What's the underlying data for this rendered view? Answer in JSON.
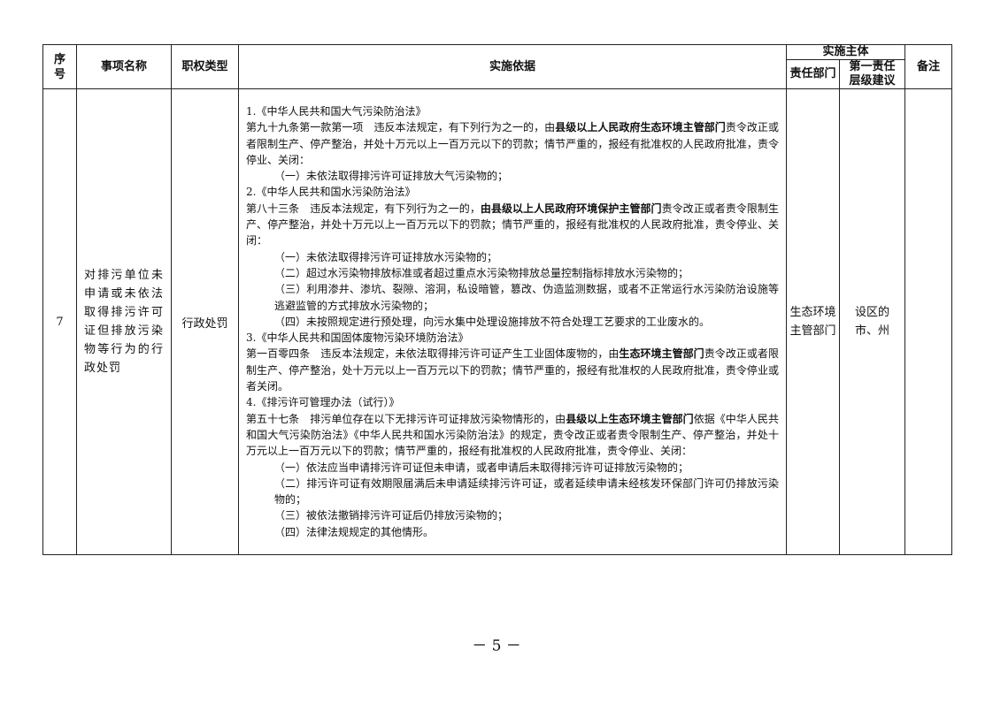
{
  "headers": {
    "seq": "序\n号",
    "item_name": "事项名称",
    "power_type": "职权类型",
    "basis": "实施依据",
    "subject": "实施主体",
    "dept": "责任部门",
    "level": "第一责任\n层级建议",
    "remark": "备注"
  },
  "row": {
    "seq": "7",
    "item_name": "对排污单位未申请或未依法取得排污许可证但排放污染物等行为的行政处罚",
    "power_type": "行政处罚",
    "dept": "生态环境\n主管部门",
    "level": "设区的\n市、州",
    "remark": "",
    "basis": [
      {
        "pre": "1.《中华人民共和国大气污染防治法》",
        "bold": "",
        "post": "",
        "indent": false
      },
      {
        "pre": "第九十九条第一款第一项　违反本法规定，有下列行为之一的，由",
        "bold": "县级以上人民政府生态环境主管部门",
        "post": "责令改正或者限制生产、停产整治，并处十万元以上一百万元以下的罚款；情节严重的，报经有批准权的人民政府批准，责令停业、关闭：",
        "indent": false
      },
      {
        "pre": "（一）未依法取得排污许可证排放大气污染物的；",
        "bold": "",
        "post": "",
        "indent": true
      },
      {
        "pre": "2.《中华人民共和国水污染防治法》",
        "bold": "",
        "post": "",
        "indent": false
      },
      {
        "pre": "第八十三条　违反本法规定，有下列行为之一的，",
        "bold": "由县级以上人民政府环境保护主管部门",
        "post": "责令改正或者责令限制生产、停产整治，并处十万元以上一百万元以下的罚款；情节严重的，报经有批准权的人民政府批准，责令停业、关闭：",
        "indent": false
      },
      {
        "pre": "（一）未依法取得排污许可证排放水污染物的；",
        "bold": "",
        "post": "",
        "indent": true
      },
      {
        "pre": "（二）超过水污染物排放标准或者超过重点水污染物排放总量控制指标排放水污染物的；",
        "bold": "",
        "post": "",
        "indent": true
      },
      {
        "pre": "（三）利用渗井、渗坑、裂隙、溶洞，私设暗管，篡改、伪造监测数据，或者不正常运行水污染防治设施等逃避监管的方式排放水污染物的；",
        "bold": "",
        "post": "",
        "indent": true
      },
      {
        "pre": "（四）未按照规定进行预处理，向污水集中处理设施排放不符合处理工艺要求的工业废水的。",
        "bold": "",
        "post": "",
        "indent": true
      },
      {
        "pre": "3.《中华人民共和国固体废物污染环境防治法》",
        "bold": "",
        "post": "",
        "indent": false
      },
      {
        "pre": "第一百零四条　违反本法规定，未依法取得排污许可证产生工业固体废物的，由",
        "bold": "生态环境主管部门",
        "post": "责令改正或者限制生产、停产整治，处十万元以上一百万元以下的罚款；情节严重的，报经有批准权的人民政府批准，责令停业或者关闭。",
        "indent": false
      },
      {
        "pre": "4.《排污许可管理办法（试行）》",
        "bold": "",
        "post": "",
        "indent": false
      },
      {
        "pre": "第五十七条　排污单位存在以下无排污许可证排放污染物情形的，由",
        "bold": "县级以上生态环境主管部门",
        "post": "依据《中华人民共和国大气污染防治法》《中华人民共和国水污染防治法》的规定，责令改正或者责令限制生产、停产整治，并处十万元以上一百万元以下的罚款；情节严重的，报经有批准权的人民政府批准，责令停业、关闭：",
        "indent": false
      },
      {
        "pre": "（一）依法应当申请排污许可证但未申请，或者申请后未取得排污许可证排放污染物的；",
        "bold": "",
        "post": "",
        "indent": true
      },
      {
        "pre": "（二）排污许可证有效期限届满后未申请延续排污许可证，或者延续申请未经核发环保部门许可仍排放污染物的；",
        "bold": "",
        "post": "",
        "indent": true
      },
      {
        "pre": "（三）被依法撤销排污许可证后仍排放污染物的；",
        "bold": "",
        "post": "",
        "indent": true
      },
      {
        "pre": "（四）法律法规规定的其他情形。",
        "bold": "",
        "post": "",
        "indent": true
      }
    ]
  },
  "page_number": "－ 5 －"
}
